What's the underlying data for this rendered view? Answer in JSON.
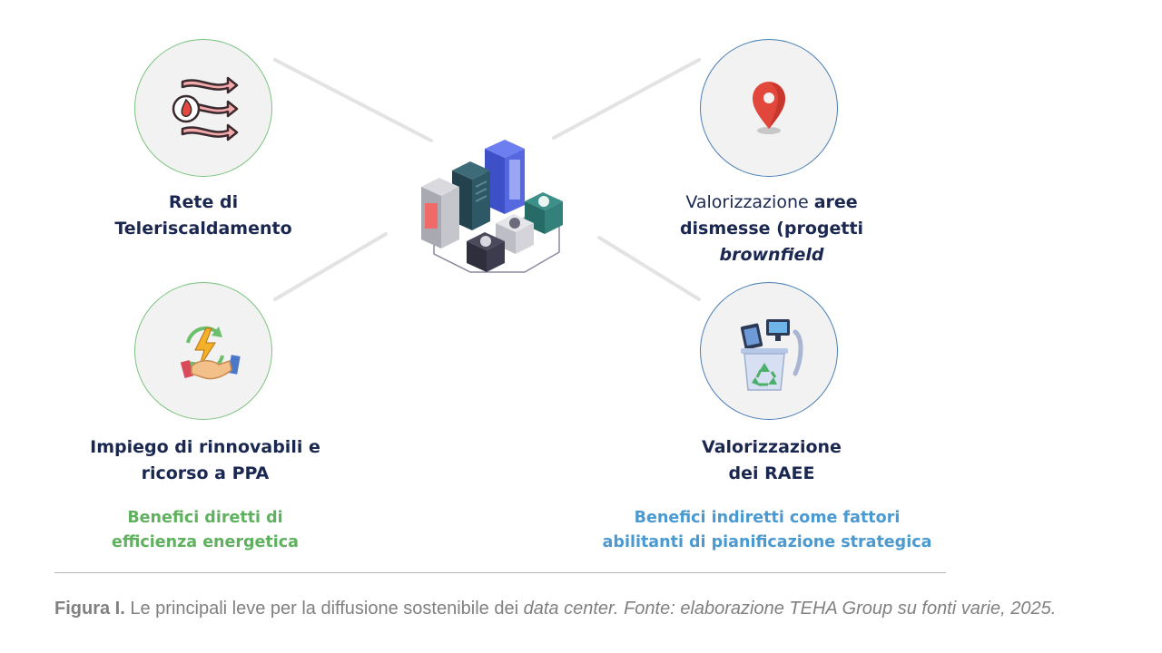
{
  "nodes": {
    "teleriscaldamento": {
      "line1": "Rete di",
      "line2": "Teleriscaldamento"
    },
    "rinnovabili": {
      "line1": "Impiego di rinnovabili e",
      "line2": "ricorso a PPA"
    },
    "aree": {
      "line1_normal": "Valorizzazione",
      "line1_bold": "aree",
      "line2": "dismesse (progetti",
      "line3": "brownfield"
    },
    "raee": {
      "line1": "Valorizzazione",
      "line2": "dei RAEE"
    }
  },
  "benefits": {
    "direct": {
      "line1": "Benefici diretti di",
      "line2": "efficienza energetica",
      "color": "#5fb05f"
    },
    "indirect": {
      "line1": "Benefici indiretti come fattori",
      "line2": "abilitanti di pianificazione strategica",
      "color": "#4a9ad1"
    }
  },
  "caption": {
    "label": "Figura I.",
    "text_normal": "Le principali leve per la diffusione sostenibile dei",
    "text_italic1": "data center.",
    "text_italic2": "Fonte: elaborazione TEHA Group su fonti varie, 2025."
  },
  "colors": {
    "green_border": "#7cc47f",
    "blue_border": "#4a7fb5",
    "label_text": "#1a2750",
    "pin_red": "#e2473b"
  },
  "icons": {
    "teleriscaldamento": "heat-flow-icon",
    "rinnovabili": "renewable-handshake-icon",
    "aree": "location-pin-icon",
    "raee": "ewaste-recycle-bin-icon",
    "center": "data-center-servers-icon"
  }
}
